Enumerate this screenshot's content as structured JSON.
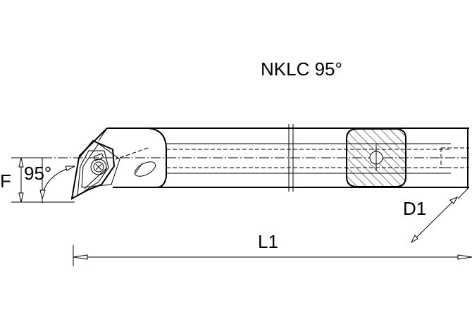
{
  "title": "NKLC 95°",
  "labels": {
    "f": "F",
    "angle": "95°",
    "d1": "D1",
    "l1": "L1"
  },
  "colors": {
    "line": "#000000",
    "background": "#ffffff"
  }
}
